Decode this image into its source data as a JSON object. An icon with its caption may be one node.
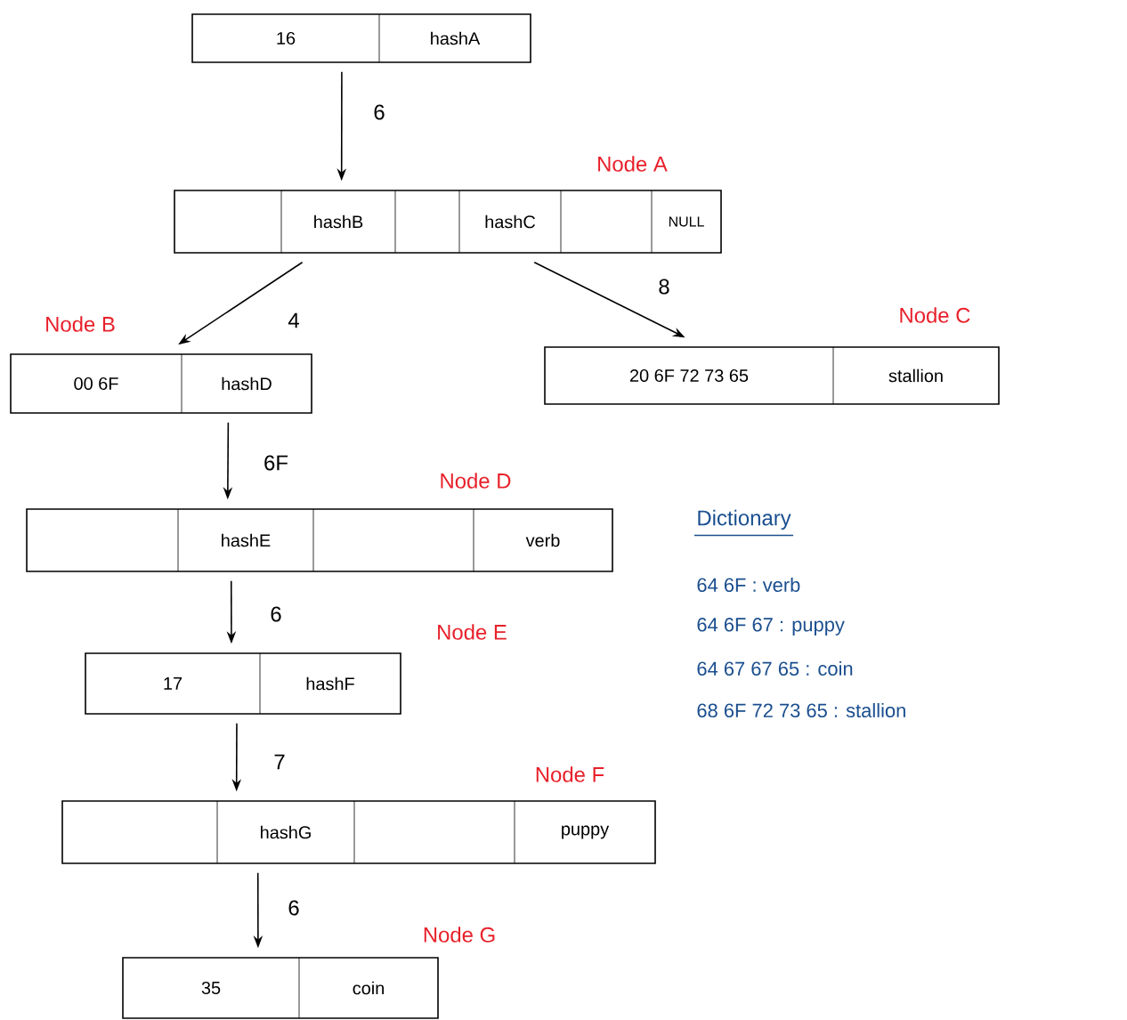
{
  "diagram": {
    "nodes": [
      {
        "text": [
          "16",
          "hashA"
        ]
      },
      {
        "text": [
          "hashB",
          "hashC",
          "NULL"
        ],
        "beside": [
          "Node A"
        ]
      },
      {
        "text": [
          "00 6F",
          "hashD"
        ],
        "beside": [
          "Node B"
        ]
      },
      {
        "text": [
          "20 6F 72 73 65",
          "stallion"
        ],
        "beside": [
          "Node C"
        ]
      },
      {
        "text": [
          "hashE",
          "verb"
        ],
        "beside": [
          "Node D"
        ]
      },
      {
        "text": [
          "17",
          "hashF"
        ],
        "beside": [
          "Node E"
        ]
      },
      {
        "text": [
          "hashG",
          "puppy"
        ],
        "beside": [
          "Node F"
        ]
      },
      {
        "text": [
          "35",
          "coin"
        ],
        "beside": [
          "Node G"
        ]
      }
    ],
    "edges": [
      {
        "from": 0,
        "to": 1,
        "arrow": "to",
        "label": "6"
      },
      {
        "from": 1,
        "to": 2,
        "arrow": "to",
        "label": "4"
      },
      {
        "from": 1,
        "to": 3,
        "arrow": "to",
        "label": "8"
      },
      {
        "from": 2,
        "to": 4,
        "arrow": "to",
        "label": "6F"
      },
      {
        "from": 4,
        "to": 5,
        "arrow": "to",
        "label": "6"
      },
      {
        "from": 5,
        "to": 6,
        "arrow": "to",
        "label": "7"
      },
      {
        "from": 6,
        "to": 7,
        "arrow": "to",
        "label": "6"
      }
    ],
    "labels": [
      "Dictionary",
      "64 6F : verb",
      "64 6F 67 : puppy",
      "64 67 67 65 : coin",
      "68 6F 72 73 65 : stallion"
    ]
  }
}
